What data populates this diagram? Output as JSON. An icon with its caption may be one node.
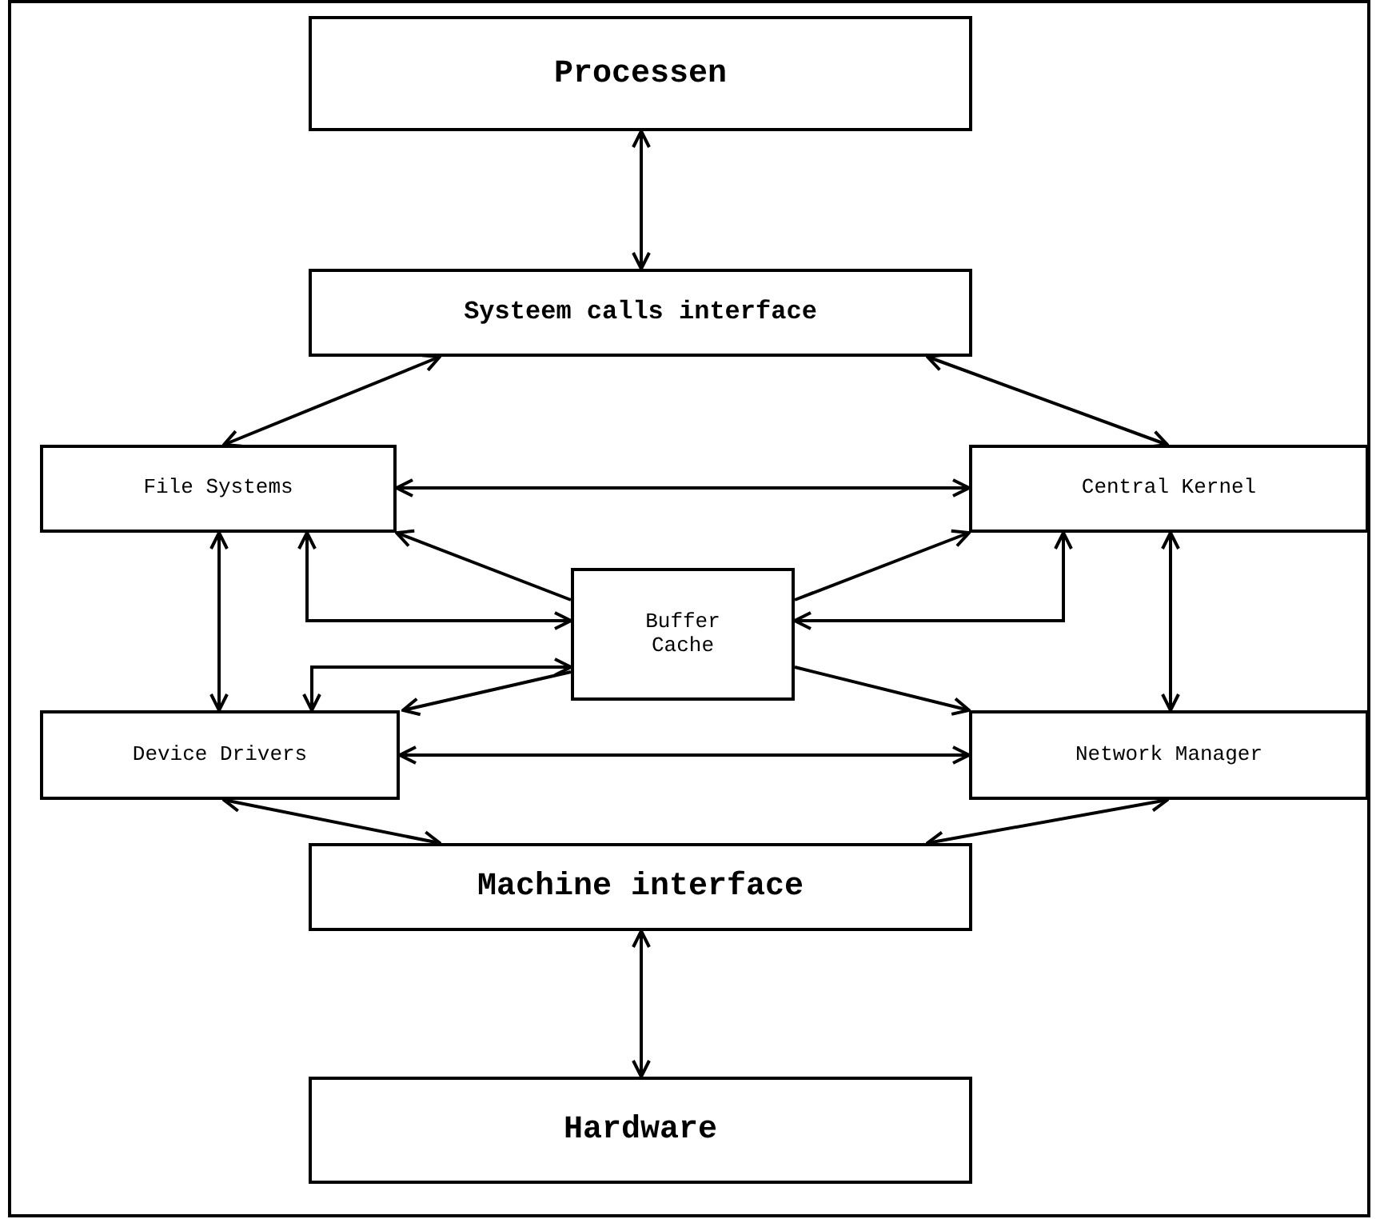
{
  "diagram": {
    "nodes": [
      {
        "text": [
          "Processen"
        ]
      },
      {
        "text": [
          "Systeem calls interface"
        ]
      },
      {
        "text": [
          "File Systems"
        ]
      },
      {
        "text": [
          "Central Kernel"
        ]
      },
      {
        "text": [
          "Buffer Cache"
        ]
      },
      {
        "text": [
          "Device Drivers"
        ]
      },
      {
        "text": [
          "Network Manager"
        ]
      },
      {
        "text": [
          "Machine interface"
        ]
      },
      {
        "text": [
          "Hardware"
        ]
      }
    ],
    "edges": [
      {
        "from": 0,
        "to": 1,
        "arrow": "both"
      },
      {
        "from": 1,
        "to": 2,
        "arrow": "both"
      },
      {
        "from": 1,
        "to": 3,
        "arrow": "both"
      },
      {
        "from": 2,
        "to": 3,
        "arrow": "both"
      },
      {
        "from": 4,
        "to": 2,
        "arrow": "to"
      },
      {
        "from": 2,
        "to": 4,
        "arrow": "both"
      },
      {
        "from": 2,
        "to": 5,
        "arrow": "both"
      },
      {
        "from": 4,
        "to": 5,
        "arrow": "both"
      },
      {
        "from": 4,
        "to": 5,
        "arrow": "to"
      },
      {
        "from": 5,
        "to": 6,
        "arrow": "both"
      },
      {
        "from": 4,
        "to": 3,
        "arrow": "to"
      },
      {
        "from": 3,
        "to": 4,
        "arrow": "both"
      },
      {
        "from": 4,
        "to": 6,
        "arrow": "to"
      },
      {
        "from": 3,
        "to": 6,
        "arrow": "both"
      },
      {
        "from": 5,
        "to": 7,
        "arrow": "both"
      },
      {
        "from": 6,
        "to": 7,
        "arrow": "both"
      },
      {
        "from": 7,
        "to": 8,
        "arrow": "both"
      }
    ]
  }
}
